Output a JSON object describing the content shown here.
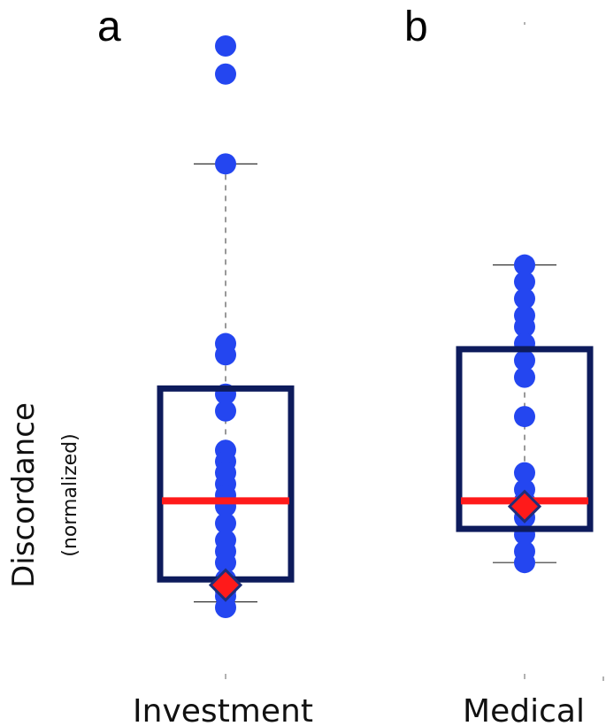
{
  "chart_data": {
    "type": "box",
    "ylabel": "Discordance",
    "ylabel_sub": "(normalized)",
    "xlabel": "",
    "title": "",
    "colors": {
      "box": "#0d1b5c",
      "median": "#ff1a1a",
      "mean_fill": "#ff1a1a",
      "mean_edge": "#1e2f7a",
      "points": "#2446f0",
      "whisker": "#333333"
    },
    "groups": [
      {
        "panel": "a",
        "category": "Investment",
        "points": [
          1.0,
          0.95,
          0.79,
          0.47,
          0.45,
          0.38,
          0.35,
          0.28,
          0.26,
          0.24,
          0.22,
          0.2,
          0.18,
          0.15,
          0.12,
          0.1,
          0.08,
          0.05,
          0.03,
          0.02,
          0.0
        ],
        "q1": 0.05,
        "median": 0.19,
        "q3": 0.39,
        "whisker_low": 0.01,
        "whisker_high": 0.79,
        "mean": 0.04
      },
      {
        "panel": "b",
        "category": "Medical",
        "points": [
          0.61,
          0.58,
          0.55,
          0.52,
          0.5,
          0.47,
          0.44,
          0.41,
          0.34,
          0.24,
          0.21,
          0.19,
          0.16,
          0.13,
          0.1,
          0.08
        ],
        "q1": 0.14,
        "median": 0.19,
        "q3": 0.46,
        "whisker_low": 0.08,
        "whisker_high": 0.61,
        "mean": 0.18
      }
    ]
  }
}
